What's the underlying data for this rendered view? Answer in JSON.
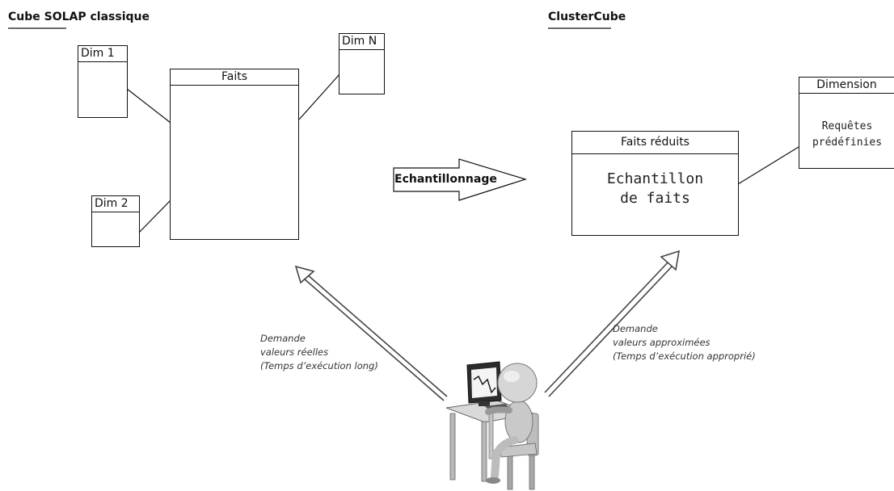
{
  "left_section": {
    "title": "Cube SOLAP classique",
    "facts_table": "Faits",
    "dims": [
      "Dim 1",
      "Dim 2",
      "Dim N"
    ]
  },
  "right_section": {
    "title": "ClusterCube",
    "reduced_facts": {
      "header": "Faits réduits",
      "body_line1": "Echantillon",
      "body_line2": "de faits"
    },
    "dimension": {
      "header": "Dimension",
      "body_line1": "Requêtes",
      "body_line2": "prédéfinies"
    }
  },
  "sampling_arrow_label": "Echantillonnage",
  "left_request": {
    "line1": "Demande",
    "line2": "valeurs réelles",
    "line3": "(Temps d’exécution long)"
  },
  "right_request": {
    "line1": "Demande",
    "line2": "valeurs approximées",
    "line3": "(Temps d’exécution approprié)"
  },
  "user_figure": "user-at-computer-icon"
}
